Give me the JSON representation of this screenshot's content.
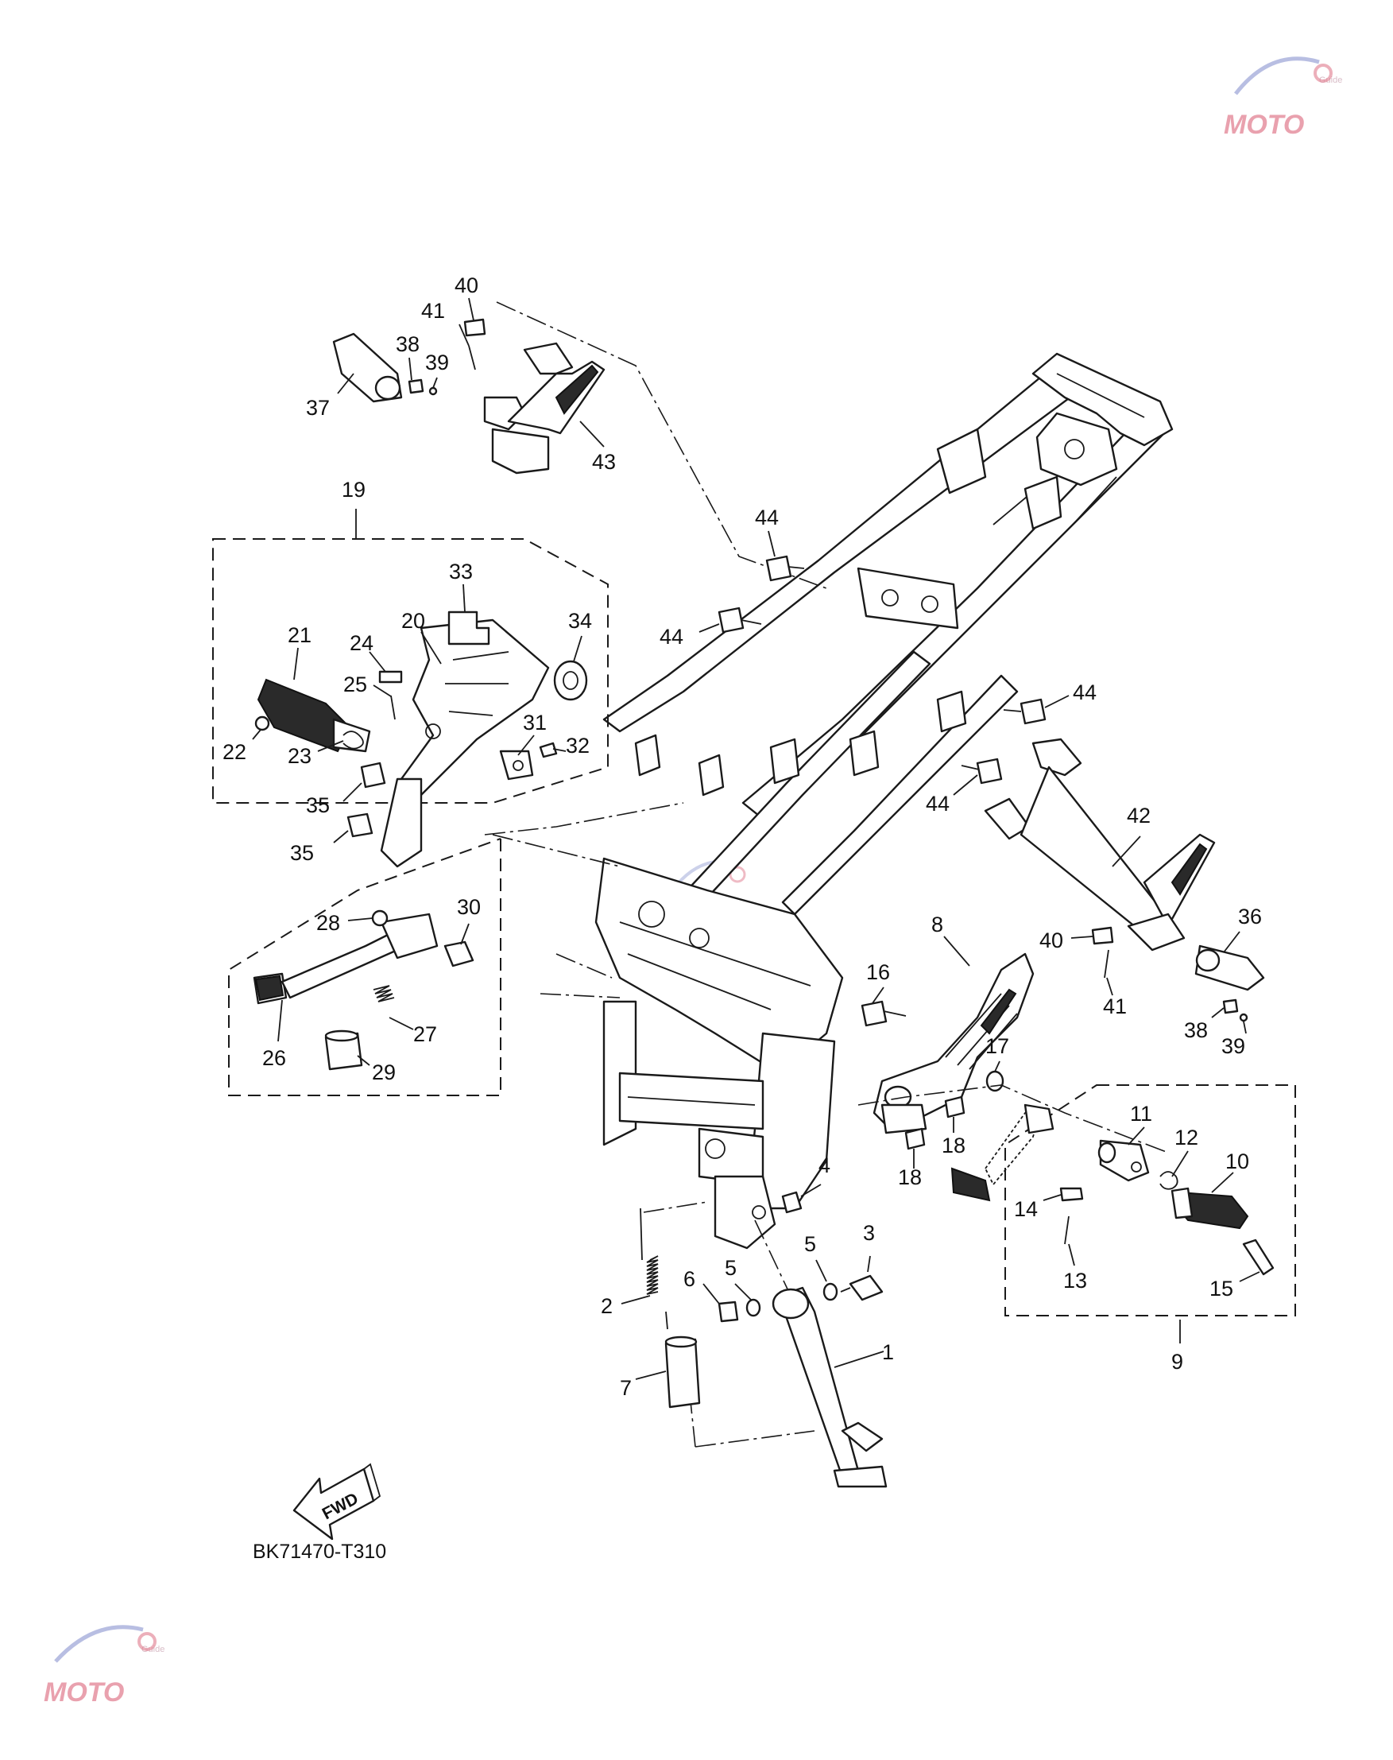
{
  "diagram_code": "BK71470-T310",
  "fwd_label": "FWD",
  "watermark": {
    "mark": "MOTO",
    "sub": "Guide",
    "color_primary": "#e07a8c",
    "color_secondary": "#9aa3d6"
  },
  "groups": [
    {
      "id": "19",
      "label": "19"
    },
    {
      "id": "9",
      "label": "9"
    }
  ],
  "callouts": [
    {
      "id": "c1",
      "label": "1"
    },
    {
      "id": "c2",
      "label": "2"
    },
    {
      "id": "c3",
      "label": "3"
    },
    {
      "id": "c4",
      "label": "4"
    },
    {
      "id": "c5a",
      "label": "5"
    },
    {
      "id": "c5b",
      "label": "5"
    },
    {
      "id": "c6",
      "label": "6"
    },
    {
      "id": "c7",
      "label": "7"
    },
    {
      "id": "c8",
      "label": "8"
    },
    {
      "id": "c9",
      "label": "9"
    },
    {
      "id": "c10",
      "label": "10"
    },
    {
      "id": "c11",
      "label": "11"
    },
    {
      "id": "c12",
      "label": "12"
    },
    {
      "id": "c13",
      "label": "13"
    },
    {
      "id": "c14",
      "label": "14"
    },
    {
      "id": "c15",
      "label": "15"
    },
    {
      "id": "c16",
      "label": "16"
    },
    {
      "id": "c17",
      "label": "17"
    },
    {
      "id": "c18a",
      "label": "18"
    },
    {
      "id": "c18b",
      "label": "18"
    },
    {
      "id": "c19",
      "label": "19"
    },
    {
      "id": "c20",
      "label": "20"
    },
    {
      "id": "c21",
      "label": "21"
    },
    {
      "id": "c22",
      "label": "22"
    },
    {
      "id": "c23",
      "label": "23"
    },
    {
      "id": "c24",
      "label": "24"
    },
    {
      "id": "c25",
      "label": "25"
    },
    {
      "id": "c26",
      "label": "26"
    },
    {
      "id": "c27",
      "label": "27"
    },
    {
      "id": "c28",
      "label": "28"
    },
    {
      "id": "c29",
      "label": "29"
    },
    {
      "id": "c30",
      "label": "30"
    },
    {
      "id": "c31",
      "label": "31"
    },
    {
      "id": "c32",
      "label": "32"
    },
    {
      "id": "c33",
      "label": "33"
    },
    {
      "id": "c34",
      "label": "34"
    },
    {
      "id": "c35a",
      "label": "35"
    },
    {
      "id": "c35b",
      "label": "35"
    },
    {
      "id": "c36",
      "label": "36"
    },
    {
      "id": "c37",
      "label": "37"
    },
    {
      "id": "c38a",
      "label": "38"
    },
    {
      "id": "c38b",
      "label": "38"
    },
    {
      "id": "c39a",
      "label": "39"
    },
    {
      "id": "c39b",
      "label": "39"
    },
    {
      "id": "c40a",
      "label": "40"
    },
    {
      "id": "c40b",
      "label": "40"
    },
    {
      "id": "c41a",
      "label": "41"
    },
    {
      "id": "c41b",
      "label": "41"
    },
    {
      "id": "c42",
      "label": "42"
    },
    {
      "id": "c43",
      "label": "43"
    },
    {
      "id": "c44a",
      "label": "44"
    },
    {
      "id": "c44b",
      "label": "44"
    },
    {
      "id": "c44c",
      "label": "44"
    },
    {
      "id": "c44d",
      "label": "44"
    }
  ]
}
